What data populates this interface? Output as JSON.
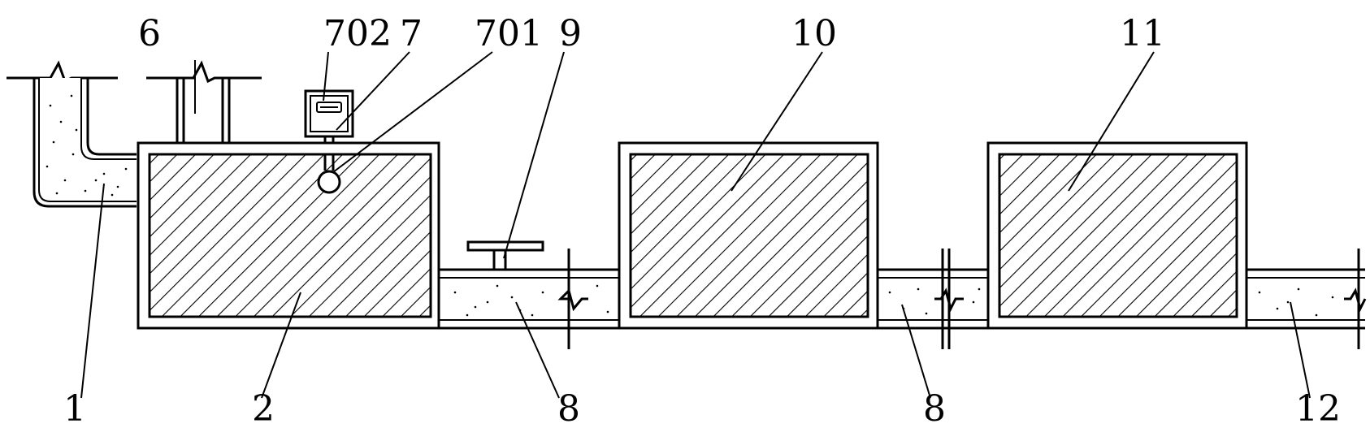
{
  "labels": {
    "l1": "1",
    "l2": "2",
    "l6": "6",
    "l702": "702",
    "l7": "7",
    "l701": "701",
    "l9": "9",
    "l10": "10",
    "l11": "11",
    "l8a": "8",
    "l8b": "8",
    "l12": "12"
  }
}
